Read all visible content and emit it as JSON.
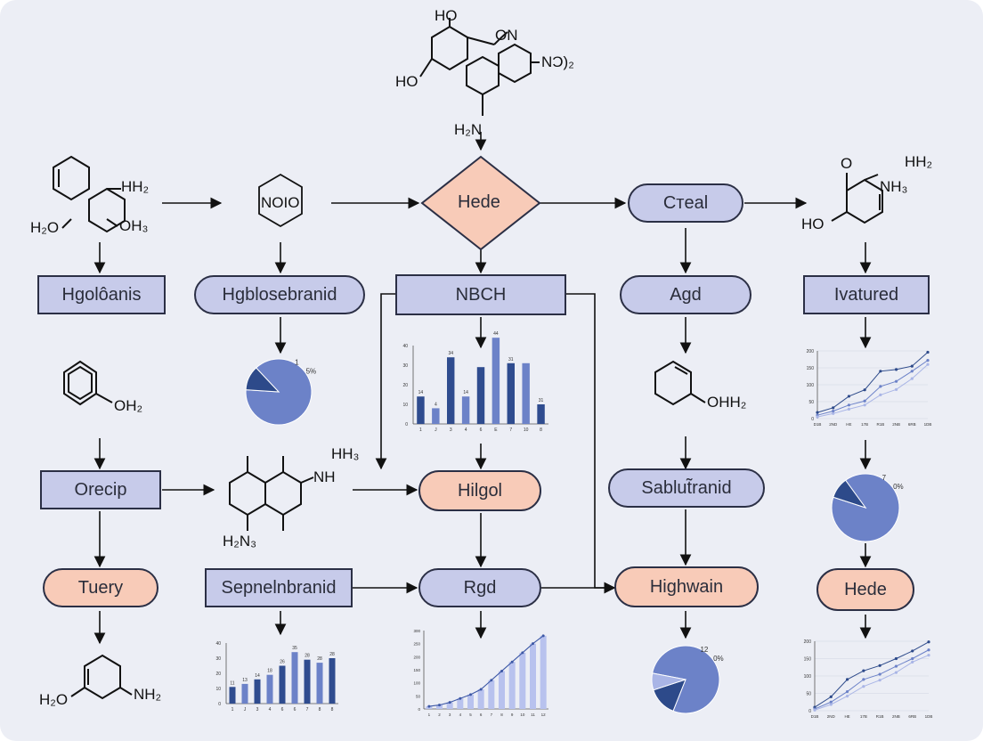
{
  "nodes": {
    "hgolbanis": "Hgolôanis",
    "hgblosebranid": "Hgblosebranid",
    "hede_diamond": "Hede",
    "nbch": "NBCH",
    "creal": "Cтeal",
    "agd": "Agd",
    "ivatured": "Ivatured",
    "orecip": "Orecip",
    "hilgol": "Hilgol",
    "sablutranid": "Sablut̃ranid",
    "tuery": "Tuery",
    "sepnelnbranid": "Sepnelnbranid",
    "rgd": "Rgd",
    "highwain": "Highwain",
    "hede_right": "Hede"
  },
  "chem_labels": {
    "top_ho1": "HO",
    "top_on": "ON",
    "top_ho2": "HO",
    "top_no2": "NƆ)₂",
    "top_h2n": "H₂N",
    "m1_hh2": "HH₂",
    "m1_h2o": "H₂O",
    "m1_oh3": "OH₃",
    "m2_noio": "NOIO",
    "m3_o": "O",
    "m3_h2": "HH₂",
    "m3_nh3": "NH₃",
    "m3_ho": "HO",
    "phenol_oh2": "OH₂",
    "naph_hh3": "HH₃",
    "naph_nh": "NH",
    "naph_h2n3": "H₂N₃",
    "cyc_ohh2": "OHH₂",
    "bot_h2o": "H₂O",
    "bot_nh2": "NH₂"
  },
  "colors": {
    "accent_blue": "#c7cbea",
    "accent_peach": "#f8cbb8",
    "stroke": "#2b2f45",
    "dark_slice": "#2d4a8a",
    "mid_slice": "#6c82c8",
    "light_slice": "#a9b5e6"
  },
  "chart_data": [
    {
      "type": "pie",
      "id": "pie-hgblosebranid",
      "values": [
        88,
        12
      ],
      "labels": [
        "1",
        "5%"
      ]
    },
    {
      "type": "bar",
      "id": "bar-nbch",
      "categories": [
        "1",
        "J",
        "3",
        "4",
        "6",
        "E",
        "7",
        "10",
        "8"
      ],
      "values": [
        14,
        8,
        34,
        14,
        29,
        44,
        31,
        31,
        10
      ],
      "labels": [
        "14",
        "4",
        "34",
        "14",
        "",
        "44",
        "31",
        "",
        "31"
      ],
      "ylim": [
        0,
        40
      ],
      "yticks": [
        "0",
        "10",
        "20",
        "30",
        "40"
      ]
    },
    {
      "type": "line",
      "id": "line-ivatured",
      "xticks": [
        "D1B",
        "2ND",
        "HE",
        "17B",
        "R1B",
        "2NB",
        "6RB",
        "1DB"
      ],
      "yticks": [
        "0",
        "50",
        "100",
        "150",
        "200"
      ],
      "series": [
        {
          "values": [
            18,
            32,
            66,
            85,
            140,
            145,
            155,
            196
          ]
        },
        {
          "values": [
            10,
            22,
            40,
            52,
            95,
            110,
            140,
            172
          ]
        },
        {
          "values": [
            5,
            15,
            28,
            40,
            70,
            86,
            118,
            160
          ]
        }
      ],
      "ylim": [
        0,
        200
      ]
    },
    {
      "type": "pie",
      "id": "pie-ivatured",
      "values": [
        90,
        10
      ],
      "labels": [
        "7",
        "0%"
      ]
    },
    {
      "type": "bar",
      "id": "bar-sepnelnbranid",
      "categories": [
        "1",
        "J",
        "3",
        "4",
        "6",
        "6",
        "7",
        "8",
        "8"
      ],
      "values": [
        11,
        13,
        16,
        19,
        25,
        34,
        29,
        27,
        30
      ],
      "labels": [
        "11",
        "13",
        "14",
        "18",
        "26",
        "35",
        "28",
        "28",
        "28"
      ],
      "ylim": [
        0,
        40
      ],
      "yticks": [
        "0",
        "10",
        "20",
        "30",
        "40"
      ]
    },
    {
      "type": "line",
      "id": "area-rgd",
      "xticks": [
        "1",
        "2",
        "3",
        "4",
        "5",
        "6",
        "7",
        "8",
        "9",
        "10",
        "11",
        "12"
      ],
      "yticks": [
        "0",
        "50",
        "100",
        "150",
        "200",
        "250",
        "300"
      ],
      "values": [
        10,
        15,
        25,
        40,
        55,
        75,
        110,
        145,
        180,
        215,
        250,
        280
      ],
      "labels": [
        "",
        "",
        "",
        "",
        "",
        "",
        "",
        "",
        "",
        "",
        "",
        ""
      ],
      "ylim": [
        0,
        300
      ]
    },
    {
      "type": "pie",
      "id": "pie-highwain",
      "values": [
        78,
        14,
        8
      ],
      "labels": [
        "12",
        "0%"
      ]
    },
    {
      "type": "line",
      "id": "line-bottom-right",
      "xticks": [
        "D1B",
        "2ND",
        "HE",
        "17B",
        "R1B",
        "2NB",
        "6RB",
        "1DB"
      ],
      "yticks": [
        "0",
        "50",
        "100",
        "150",
        "200"
      ],
      "series": [
        {
          "values": [
            10,
            40,
            90,
            115,
            130,
            150,
            172,
            198
          ]
        },
        {
          "values": [
            5,
            25,
            55,
            90,
            105,
            128,
            150,
            175
          ]
        },
        {
          "values": [
            2,
            18,
            42,
            70,
            88,
            110,
            140,
            160
          ]
        }
      ],
      "ylim": [
        0,
        200
      ]
    }
  ]
}
